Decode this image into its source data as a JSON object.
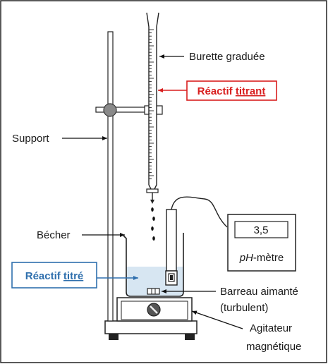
{
  "labels": {
    "burette": "Burette graduée",
    "titrant_prefix": "Réactif ",
    "titrant_word": "titrant",
    "support": "Support",
    "becher": "Bécher",
    "titre_prefix": "Réactif ",
    "titre_word": "titré",
    "barreau_line1": "Barreau aimanté",
    "barreau_line2": "(turbulent)",
    "agitateur_line1": "Agitateur",
    "agitateur_line2": "magnétique",
    "phmetre_italic": "pH",
    "phmetre_rest": "-mètre",
    "ph_value": "3,5"
  },
  "colors": {
    "titrant": "#d81e1e",
    "titre": "#2f6fad",
    "solution": "#d7e6f2",
    "rod": "#9a9a9a"
  }
}
